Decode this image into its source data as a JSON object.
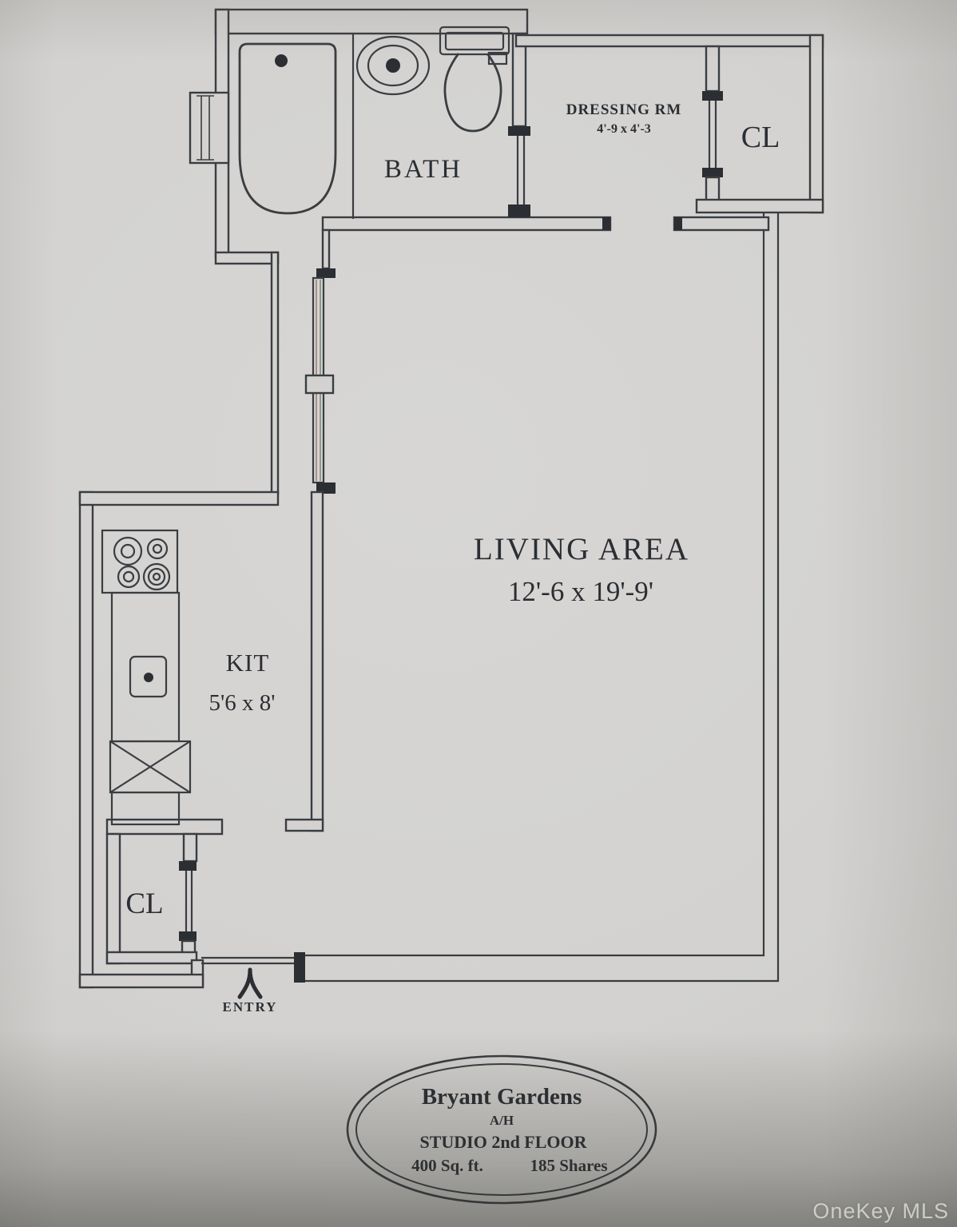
{
  "photo": {
    "watermark": "OneKey MLS"
  },
  "floor_plan": {
    "rooms": {
      "bath": {
        "label": "BATH"
      },
      "dressing_room": {
        "label": "DRESSING RM",
        "dimensions": "4'-9 x 4'-3"
      },
      "closet_top_right": {
        "label": "CL"
      },
      "living_area": {
        "label": "LIVING AREA",
        "dimensions": "12'-6 x 19'-9'"
      },
      "kitchen": {
        "label": "KIT",
        "dimensions": "5'6 x 8'"
      },
      "closet_entry": {
        "label": "CL"
      },
      "entry": {
        "label": "ENTRY"
      }
    },
    "fixtures": [
      "bathtub",
      "bathroom-sink",
      "toilet",
      "stove-burners",
      "kitchen-counter",
      "kitchen-sink",
      "refrigerator"
    ],
    "stamp": {
      "building": "Bryant Gardens",
      "unit": "A/H",
      "floor": "STUDIO  2nd FLOOR",
      "area": "400 Sq. ft.",
      "shares": "185 Shares"
    },
    "colors": {
      "paper": "#d3d2d0",
      "ink": "#3a3d41",
      "ink_solid": "#2b2e32",
      "text": "#2b2e33",
      "watermark": "#d9d9d4"
    }
  }
}
